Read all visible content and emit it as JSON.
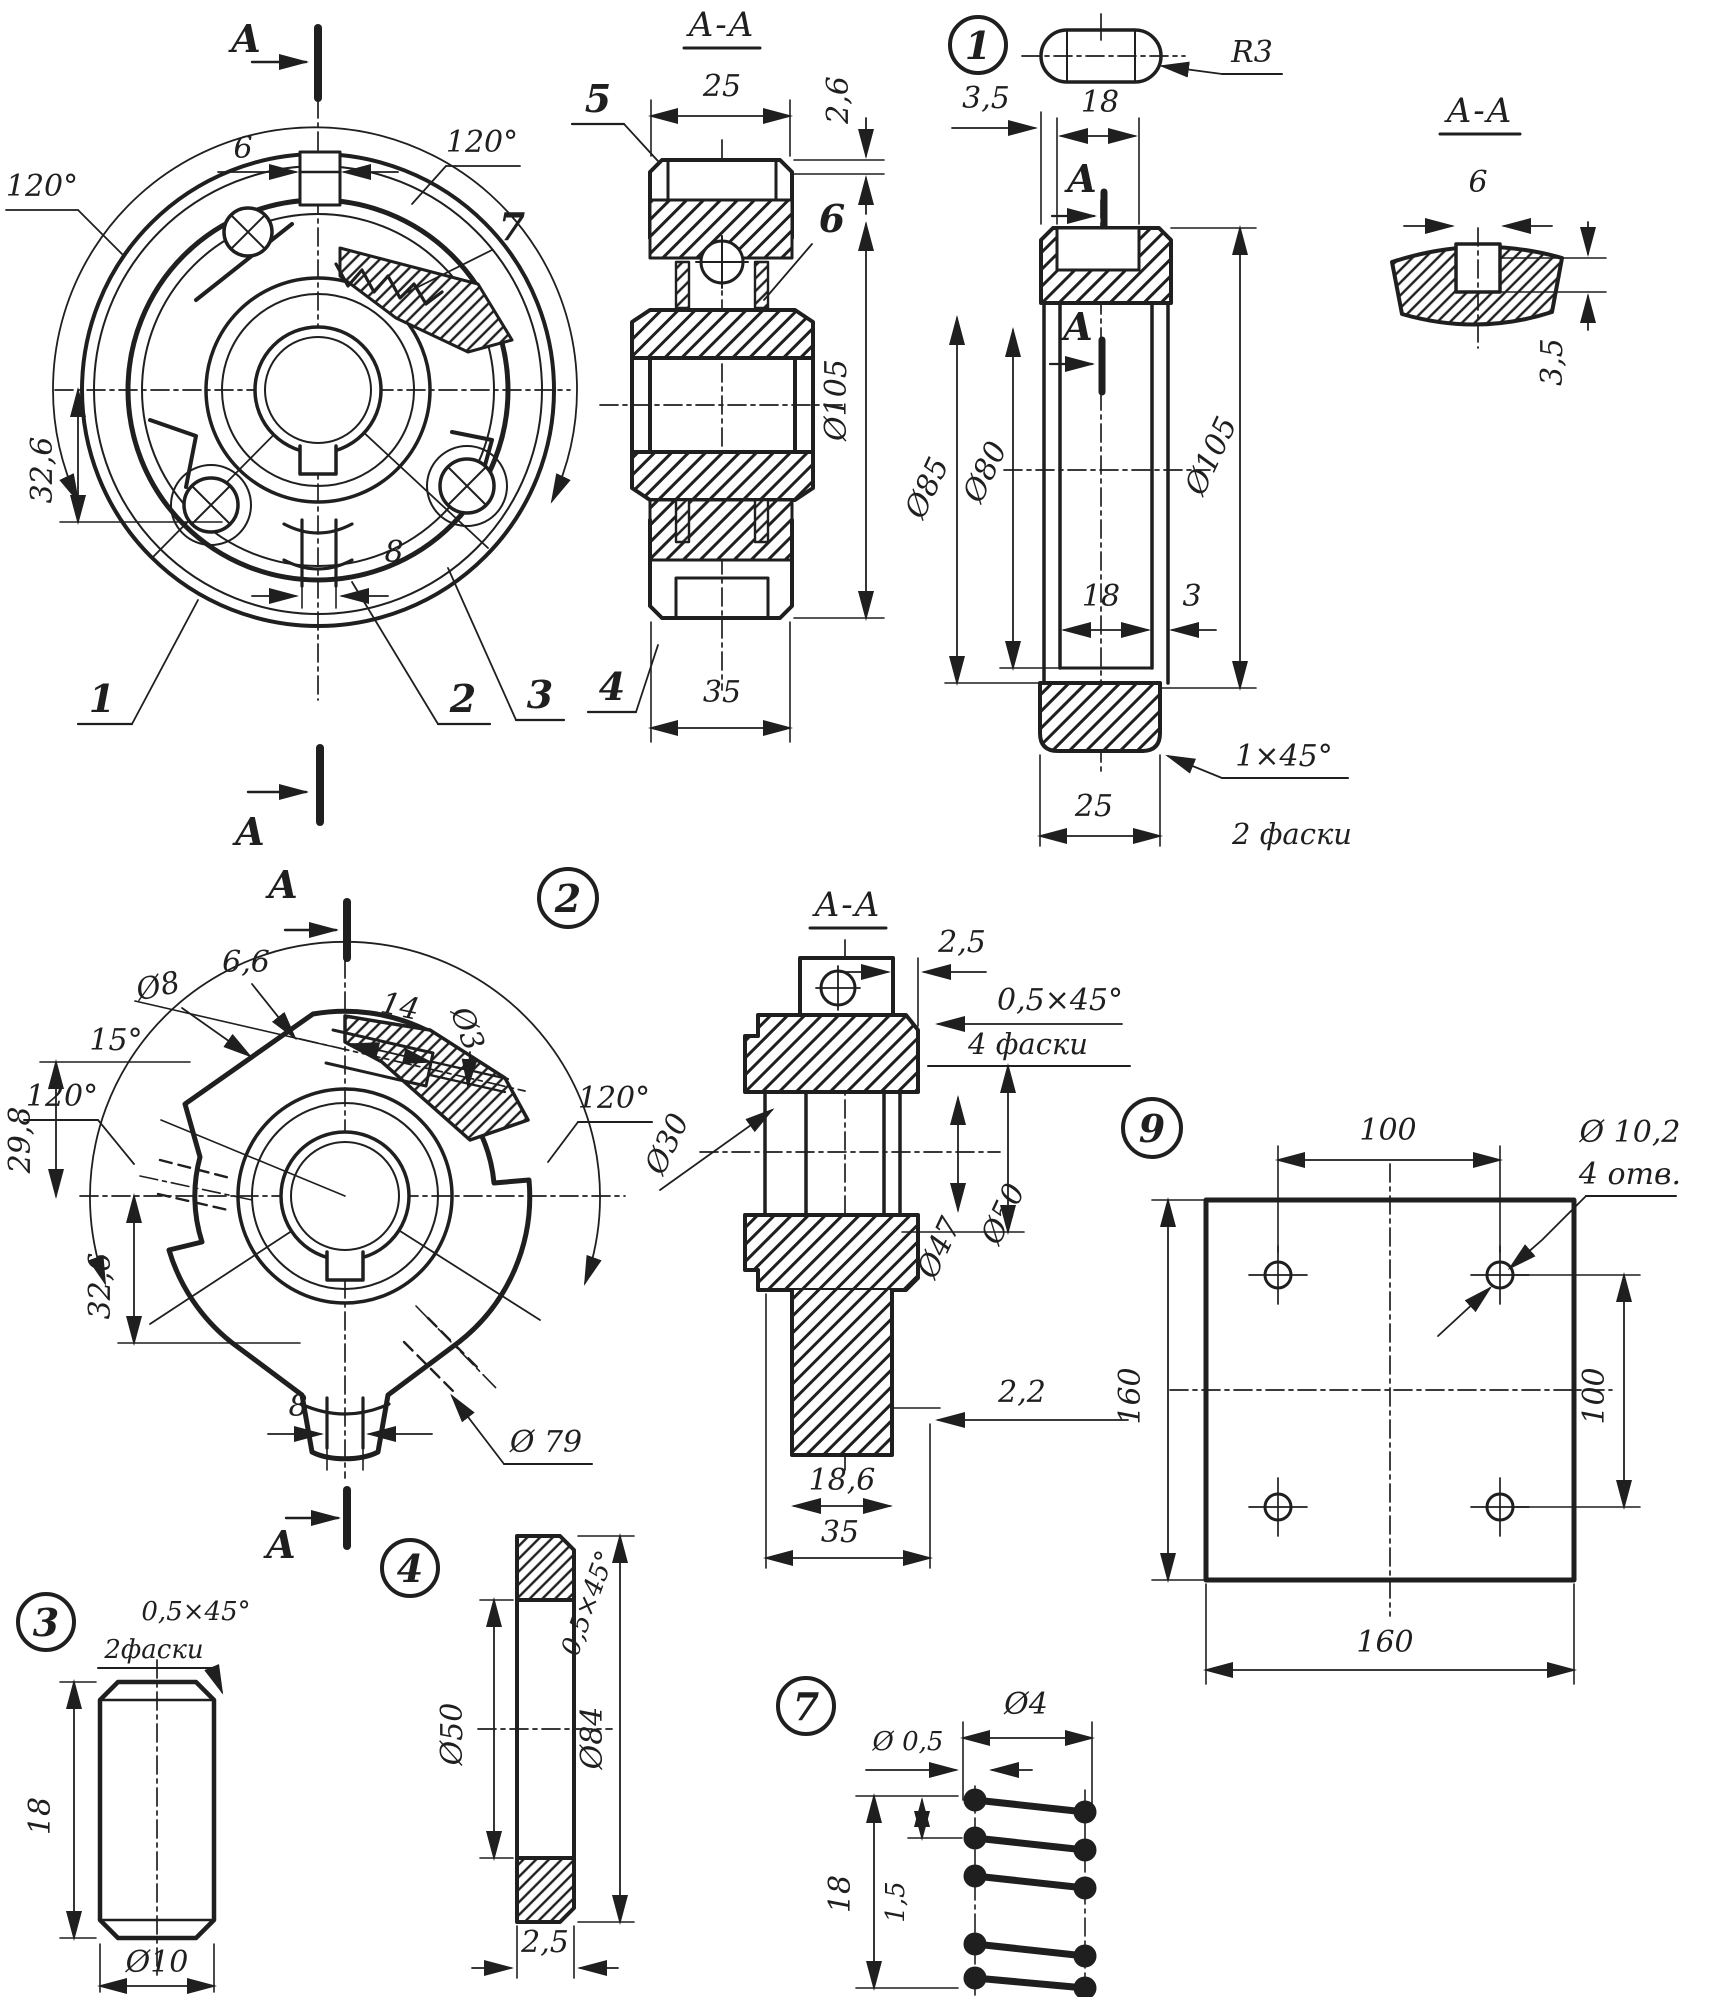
{
  "palette": {
    "ink": "#1f1f1f",
    "paper": "#ffffff"
  },
  "assembly": {
    "section_marker": "A",
    "dim_slot_width": "6",
    "dim_angle_left": "120°",
    "dim_angle_right": "120°",
    "dim_radial": "32,6",
    "dim_keyway": "8",
    "ref_housing": "1",
    "ref_cam": "2",
    "ref_pin": "3",
    "ref_washer": "4",
    "ref_cover": "5",
    "ref_screw": "6",
    "ref_spring": "7"
  },
  "section_top": {
    "title": "A-A",
    "dim_width": "25",
    "dim_lip": "2,6",
    "dim_outer": "Ø105",
    "dim_length": "35"
  },
  "part1": {
    "badge": "1",
    "radius_note": "R3",
    "dim_offset": "3,5",
    "dim_slot": "18",
    "section_marker": "A",
    "dim_d85": "Ø85",
    "dim_d80": "Ø80",
    "dim_d105": "Ø105",
    "dim_wall": "18",
    "dim_rim": "3",
    "chamfer": "1×45°",
    "dim_width": "25",
    "chamfer_note": "2 фаски",
    "section": {
      "title": "A-A",
      "dim_slot_width": "6",
      "dim_slot_depth": "3,5"
    }
  },
  "part2": {
    "badge": "2",
    "section_marker": "A",
    "dim_6_6": "6,6",
    "dim_hole": "Ø8",
    "dim_angle_hole": "15°",
    "dim_angle_left": "120°",
    "dim_angle_right": "120°",
    "dim_29_8": "29,8",
    "dim_32_6": "32,6",
    "dim_depth": "14",
    "dim_small_hole": "Ø3",
    "dim_keyway": "8",
    "dim_d79": "Ø 79"
  },
  "section_mid": {
    "title": "A-A",
    "dim_tab": "2,5",
    "chamfer": "0,5×45°",
    "chamfer_note": "4 фаски",
    "dim_bore": "Ø30",
    "dim_d47": "Ø47",
    "dim_d50": "Ø50",
    "dim_step": "2,2",
    "dim_tab_width": "18,6",
    "dim_length": "35"
  },
  "part9": {
    "badge": "9",
    "dim_pitch_top": "100",
    "dim_pitch_right": "100",
    "dim_side_left": "160",
    "dim_side_bottom": "160",
    "hole_dia": "Ø 10,2",
    "hole_count": "4 отв."
  },
  "part3": {
    "badge": "3",
    "chamfer": "0,5×45°",
    "chamfer_note": "2фаски",
    "dim_length": "18",
    "dim_dia": "Ø10"
  },
  "part4": {
    "badge": "4",
    "dim_inner": "Ø50",
    "dim_outer": "Ø84",
    "chamfer": "0,5×45°",
    "dim_thickness": "2,5"
  },
  "part7": {
    "badge": "7",
    "dim_outer": "Ø4",
    "dim_wire": "Ø 0,5",
    "dim_length": "18",
    "dim_pitch": "1,5"
  }
}
